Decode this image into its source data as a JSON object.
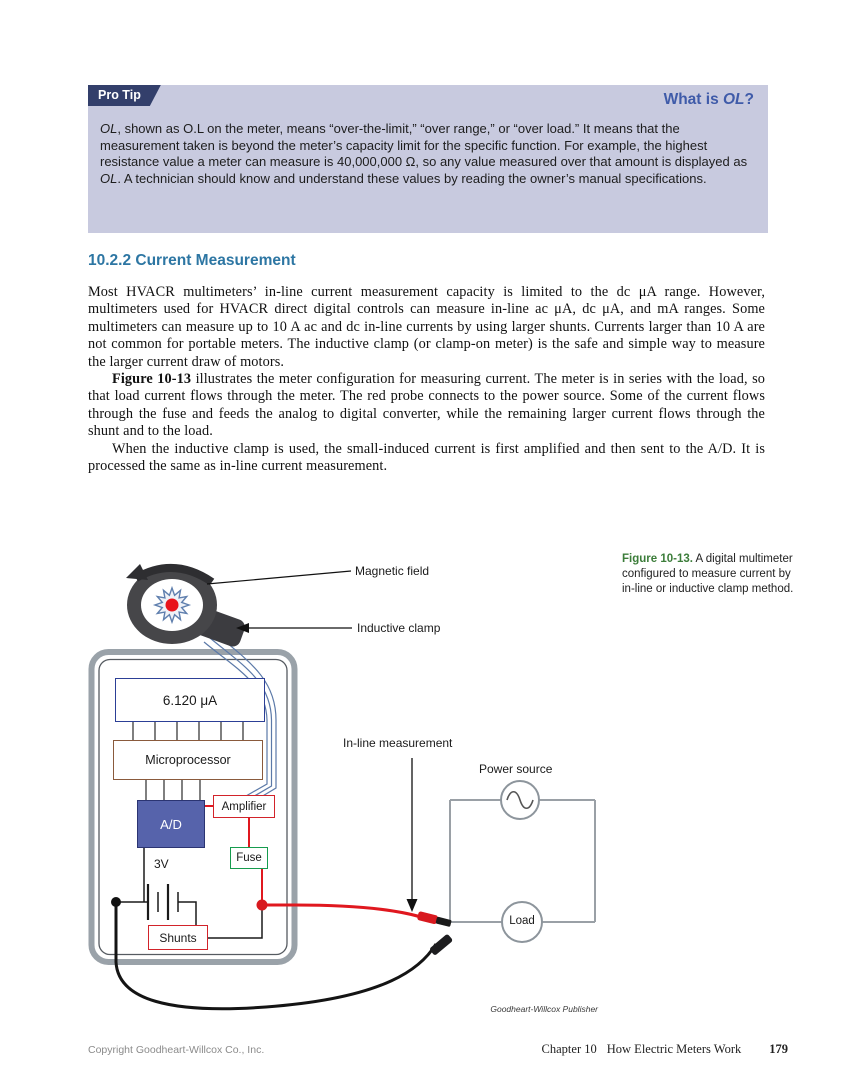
{
  "pro_tip": {
    "tab_label": "Pro Tip",
    "title": {
      "prefix": "What is ",
      "term": "OL",
      "suffix": "?"
    },
    "body": {
      "seg1": "OL",
      "seg2": ", shown as O.L on the meter, means “over-the-limit,” “over range,” or “over load.” It means that the measurement taken is beyond the meter’s capacity limit for the specific function. For example, the highest resistance value a meter can measure is 40,000,000 Ω, so any value measured over that amount is displayed as ",
      "seg3": "OL",
      "seg4": ". A technician should know and understand these values by reading the owner’s manual specifications."
    }
  },
  "section": {
    "heading": "10.2.2 Current Measurement",
    "paragraph1": "Most HVACR multimeters’ in-line current measurement capacity is limited to the dc μA range. However, multimeters used for HVACR direct digital controls can measure in-line ac μA, dc μA, and mA ranges. Some multimeters can measure up to 10 A ac and dc in-line currents by using larger shunts. Currents larger than 10 A are not common for portable meters. The inductive clamp (or clamp-on meter) is the safe and simple way to measure the larger current draw of motors.",
    "paragraph2_lead": "Figure 10-13",
    "paragraph2_rest": " illustrates the meter configuration for measuring current. The meter is in series with the load, so that load current flows through the meter. The red probe connects to the power source. Some of the current flows through the fuse and feeds the analog to digital converter, while the remaining larger current flows through the shunt and to the load.",
    "paragraph3": "When the inductive clamp is used, the small-induced current is first amplified and then sent to the A/D. It is processed the same as in-line current measurement."
  },
  "figure": {
    "labels": {
      "magnetic_field": "Magnetic field",
      "inductive_clamp": "Inductive clamp",
      "display_value": "6.120 μA",
      "microprocessor": "Microprocessor",
      "ad": "A/D",
      "amplifier": "Amplifier",
      "fuse": "Fuse",
      "battery": "3V",
      "shunts": "Shunts",
      "inline_measurement": "In-line measurement",
      "power_source": "Power source",
      "load": "Load"
    },
    "credit": "Goodheart-Willcox Publisher",
    "caption": {
      "label": "Figure 10-13.",
      "text": " A digital multimeter configured to measure current by in-line or inductive clamp method."
    }
  },
  "footer": {
    "copyright": "Copyright Goodheart-Willcox Co., Inc.",
    "chapter": "Chapter 10",
    "book_section": "How Electric Meters Work",
    "page_number": "179"
  },
  "colors": {
    "protip_tab_bg": "#333f6b",
    "protip_box_bg": "#c8cadf",
    "protip_title": "#3f5ba9",
    "section_heading": "#2d76a3",
    "caption_label_green": "#3c7d3a",
    "wire_red": "#e0181f",
    "display_border_blue": "#2c3f96",
    "microprocessor_border_brown": "#8a5a3c",
    "ad_fill_blue": "#5663ab",
    "amplifier_border_red": "#d2232a",
    "fuse_border_green": "#169c4e",
    "shunts_border_red": "#d2232a"
  }
}
